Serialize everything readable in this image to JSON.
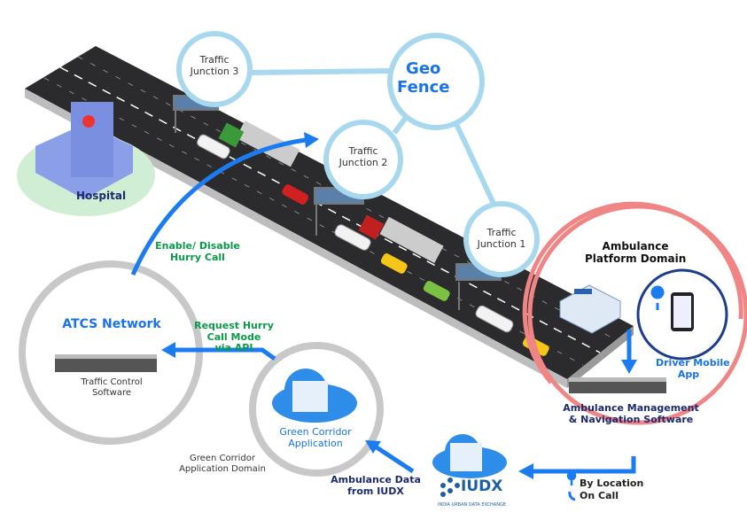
{
  "colors": {
    "arrow": "#1a7cf0",
    "geo_ring": "#a8d8ee",
    "domain_ring": "#c8c8c8",
    "ambulance_ring": "#f08585",
    "road": "#2b2b2d",
    "label_green": "#0a9a4a",
    "label_navy": "#1c2a6e"
  },
  "geo_fence": {
    "label_line1": "Geo",
    "label_line2": "Fence"
  },
  "junctions": [
    {
      "line1": "Traffic",
      "line2": "Junction 3"
    },
    {
      "line1": "Traffic",
      "line2": "Junction 2"
    },
    {
      "line1": "Traffic",
      "line2": "Junction 1"
    }
  ],
  "hospital": {
    "label": "Hospital"
  },
  "atcs": {
    "title": "ATCS Network",
    "subtitle_line1": "Traffic Control",
    "subtitle_line2": "Software"
  },
  "flows": {
    "enable_disable_line1": "Enable/ Disable",
    "enable_disable_line2": "Hurry Call",
    "request_line1": "Request Hurry",
    "request_line2": "Call Mode",
    "request_line3": "via API",
    "ambulance_data_line1": "Ambulance Data",
    "ambulance_data_line2": "from IUDX"
  },
  "green_corridor": {
    "title_line1": "Green Corridor",
    "title_line2": "Application",
    "domain_line1": "Green Corridor",
    "domain_line2": "Application Domain"
  },
  "ambulance_platform": {
    "title_line1": "Ambulance",
    "title_line2": "Platform Domain",
    "driver_line1": "Driver Mobile",
    "driver_line2": "App",
    "software_line1": "Ambulance Management",
    "software_line2": "& Navigation Software"
  },
  "iudx": {
    "logo_text": "IUDX",
    "logo_subtitle": "INDIA URBAN DATA EXCHANGE"
  },
  "triggers": [
    {
      "icon": "location-pin-icon",
      "label": "By Location"
    },
    {
      "icon": "phone-icon",
      "label": "On Call"
    }
  ]
}
